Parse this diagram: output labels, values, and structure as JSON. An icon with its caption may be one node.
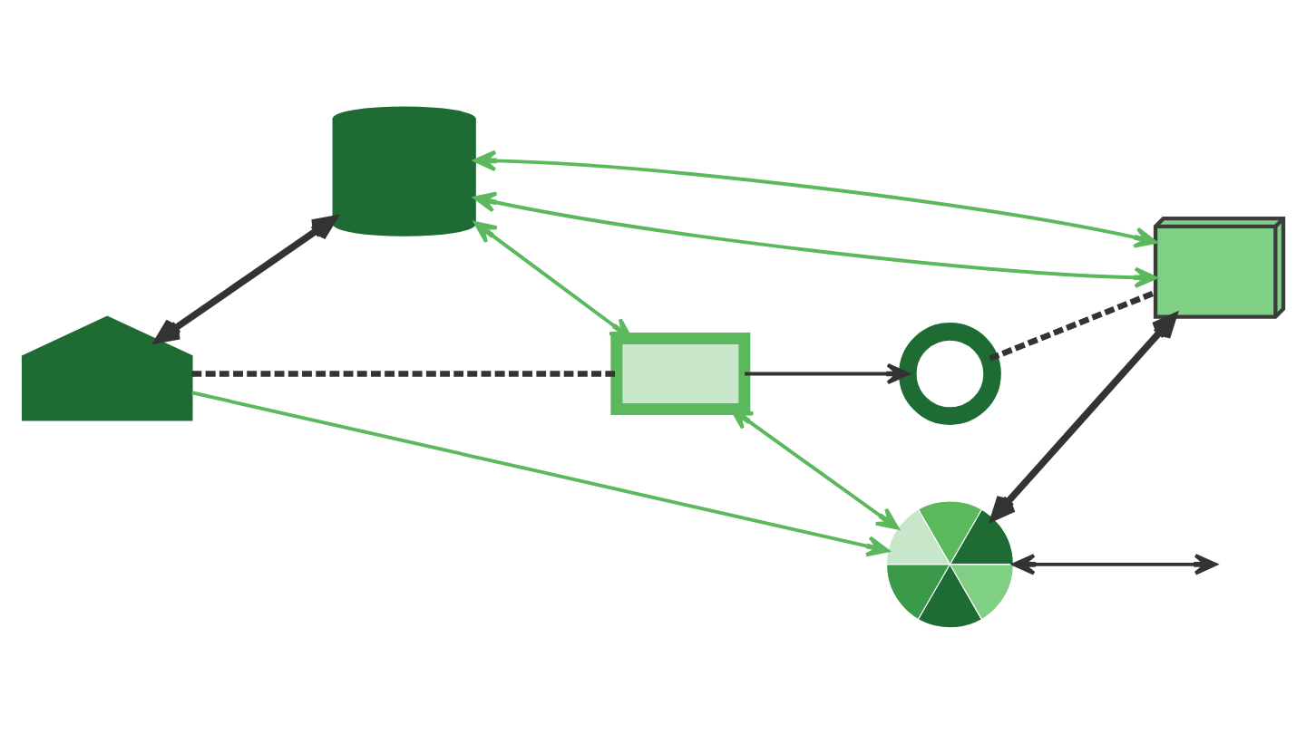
{
  "diagram": {
    "nodes": [
      {
        "text": [],
        "shape": "picture"
      },
      {
        "text": [],
        "shape": "picture"
      },
      {
        "text": [],
        "shape": "box"
      },
      {
        "text": [],
        "shape": "circle"
      },
      {
        "text": [],
        "shape": "picture"
      },
      {
        "text": [],
        "shape": "picture"
      }
    ],
    "edges": [
      {
        "from": 1,
        "to": 0,
        "arrow": "both",
        "style": "thick"
      },
      {
        "from": 0,
        "to": 2,
        "arrow": "both",
        "color": "#5cb85c"
      },
      {
        "from": 0,
        "to": 4,
        "arrow": "both",
        "color": "#5cb85c"
      },
      {
        "from": 0,
        "to": 4,
        "arrow": "both",
        "color": "#5cb85c"
      },
      {
        "from": 1,
        "to": 2,
        "arrow": "none",
        "style": "dashed"
      },
      {
        "from": 2,
        "to": 3,
        "arrow": "to"
      },
      {
        "from": 3,
        "to": 4,
        "arrow": "none",
        "style": "dashed"
      },
      {
        "from": 1,
        "to": 5,
        "arrow": "to",
        "color": "#5cb85c"
      },
      {
        "from": 2,
        "to": 5,
        "arrow": "both",
        "color": "#5cb85c"
      },
      {
        "from": 5,
        "to": null,
        "arrow": "both"
      },
      {
        "from": 5,
        "to": 4,
        "arrow": "both",
        "style": "thick"
      }
    ]
  }
}
